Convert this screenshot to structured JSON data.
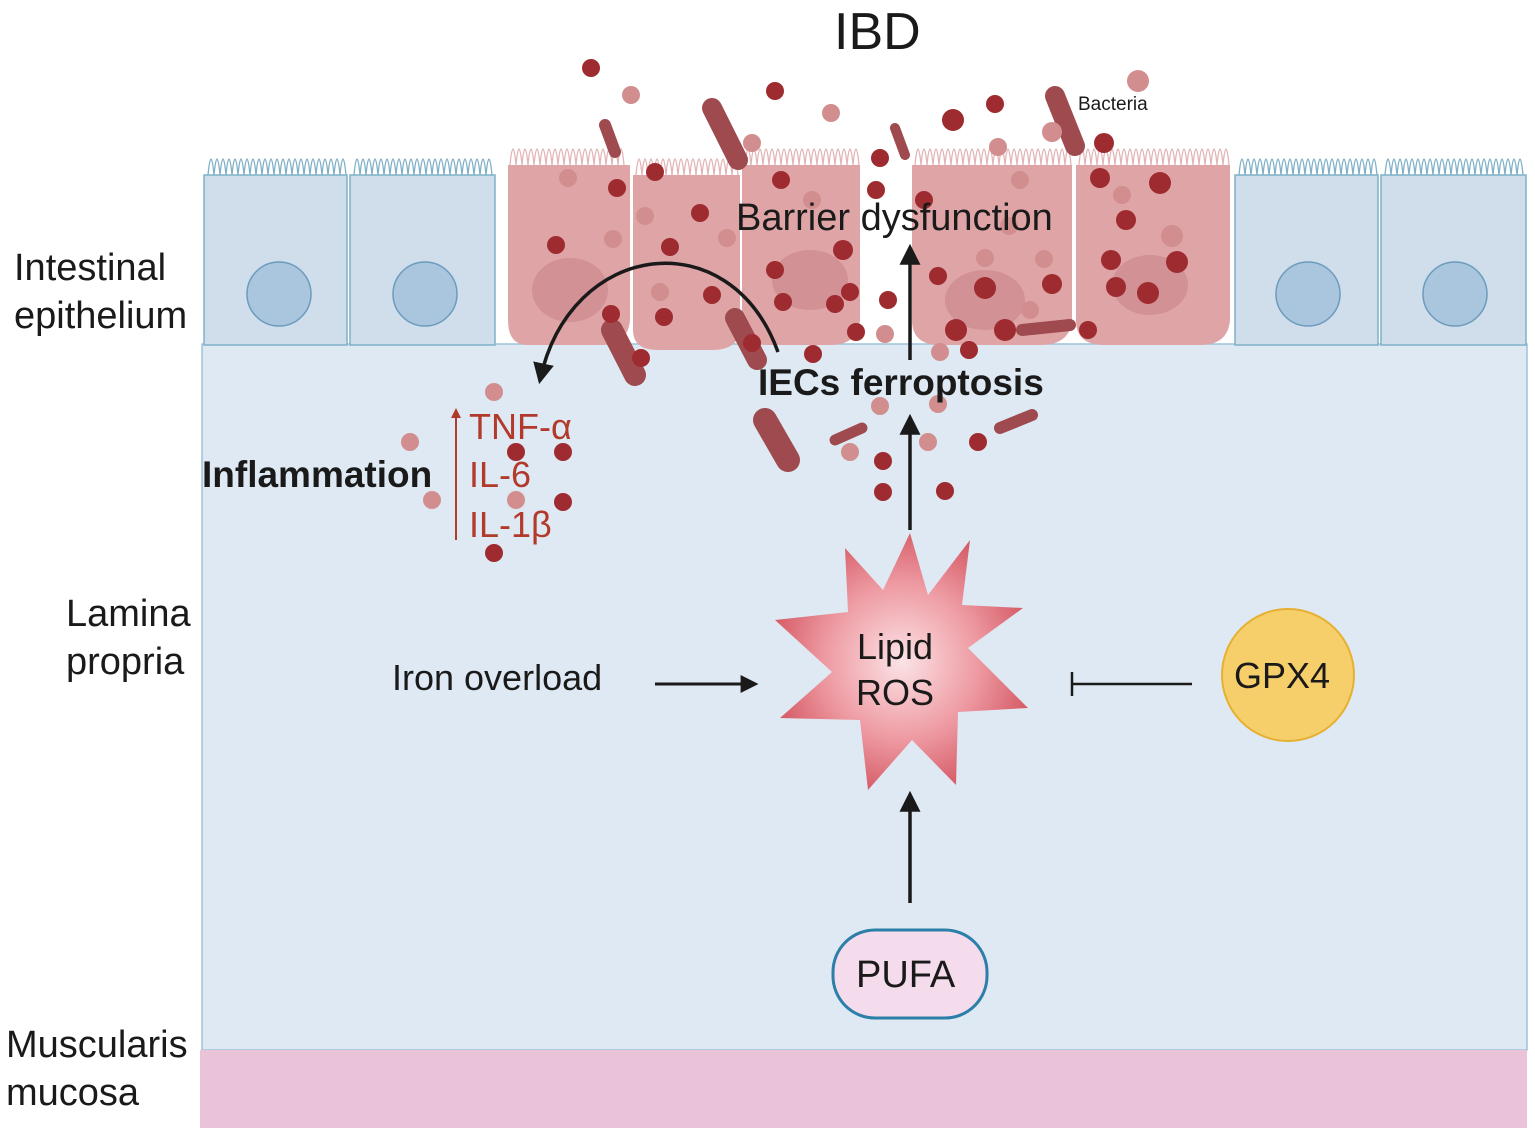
{
  "title": "IBD",
  "layers": {
    "epithelium": "Intestinal epithelium",
    "lamina": "Lamina propria",
    "muscularis": "Muscularis mucosa"
  },
  "bacteria_label": "Bacteria",
  "barrier": "Barrier dysfunction",
  "ferroptosis": "IECs ferroptosis",
  "inflammation": "Inflammation",
  "cytokines": [
    "TNF-α",
    "IL-6",
    "IL-1β"
  ],
  "lipid_ros": {
    "line1": "Lipid",
    "line2": "ROS"
  },
  "iron": "Iron overload",
  "gpx4": "GPX4",
  "pufa": "PUFA",
  "colors": {
    "lamina": "#dfe9f3",
    "healthy_cell": "#cfdeea",
    "damaged_cell": "#dfa5a6",
    "muscularis": "#ebc3d8",
    "bacteria_dark": "#9e2b2f",
    "bacteria_light": "#d28e8f",
    "gpx4": "#f7cf6a",
    "pufa": "#f5dcec",
    "ros": "#dd6670"
  }
}
